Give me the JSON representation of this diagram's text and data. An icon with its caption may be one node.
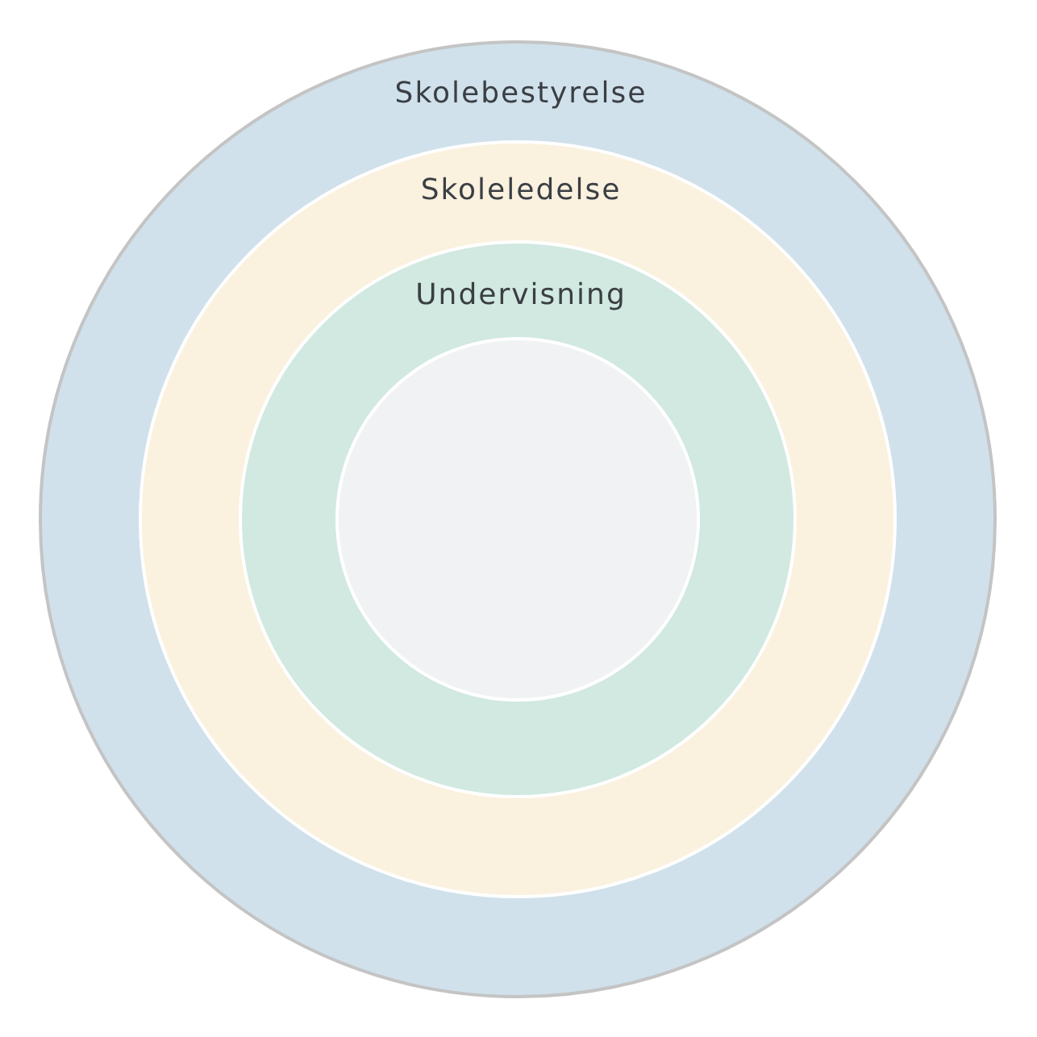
{
  "diagram": {
    "nodes": [
      {
        "text": [
          "Skolebestyrelse"
        ]
      },
      {
        "text": [
          "Skoleledelse"
        ],
        "in": 0
      },
      {
        "text": [
          "Undervisning"
        ],
        "in": 1
      },
      {
        "text": [],
        "shape": "circle",
        "in": 2
      }
    ]
  }
}
